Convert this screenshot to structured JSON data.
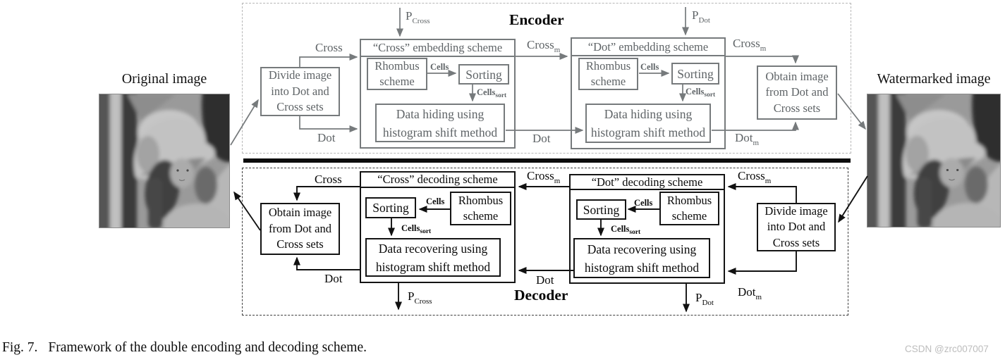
{
  "side": {
    "original_label": "Original image",
    "watermarked_label": "Watermarked image"
  },
  "encoder": {
    "title": "Encoder",
    "cross_header": "“Cross” embedding scheme",
    "dot_header": "“Dot” embedding scheme"
  },
  "decoder": {
    "title": "Decoder",
    "cross_header": "“Cross” decoding scheme",
    "dot_header": "“Dot” decoding scheme"
  },
  "boxes": {
    "divide": {
      "l1": "Divide image",
      "l2": "into Dot and",
      "l3": "Cross sets"
    },
    "obtain": {
      "l1": "Obtain image",
      "l2": "from Dot and",
      "l3": "Cross sets"
    },
    "rhombus": {
      "l1": "Rhombus",
      "l2": "scheme"
    },
    "sorting": "Sorting",
    "data_hiding": {
      "l1": "Data hiding using",
      "l2": "histogram shift method"
    },
    "data_recovering": {
      "l1": "Data recovering using",
      "l2": "histogram shift method"
    }
  },
  "labels": {
    "cross": "Cross",
    "dot": "Dot",
    "cross_m": {
      "main": "Cross",
      "sub": "m"
    },
    "dot_m": {
      "main": "Dot",
      "sub": "m"
    },
    "cells": "Cells",
    "cells_sort": {
      "main": "Cells",
      "sub": "sort"
    },
    "p_cross": {
      "main": "P",
      "sub": "Cross"
    },
    "p_dot": {
      "main": "P",
      "sub": "Dot"
    }
  },
  "caption": {
    "tag": "Fig. 7.",
    "text": "Framework of the double encoding and decoding scheme."
  },
  "watermark": "CSDN @zrc007007",
  "colors": {
    "encoder_gray": "#767a7c",
    "decoder_black": "#141414"
  }
}
